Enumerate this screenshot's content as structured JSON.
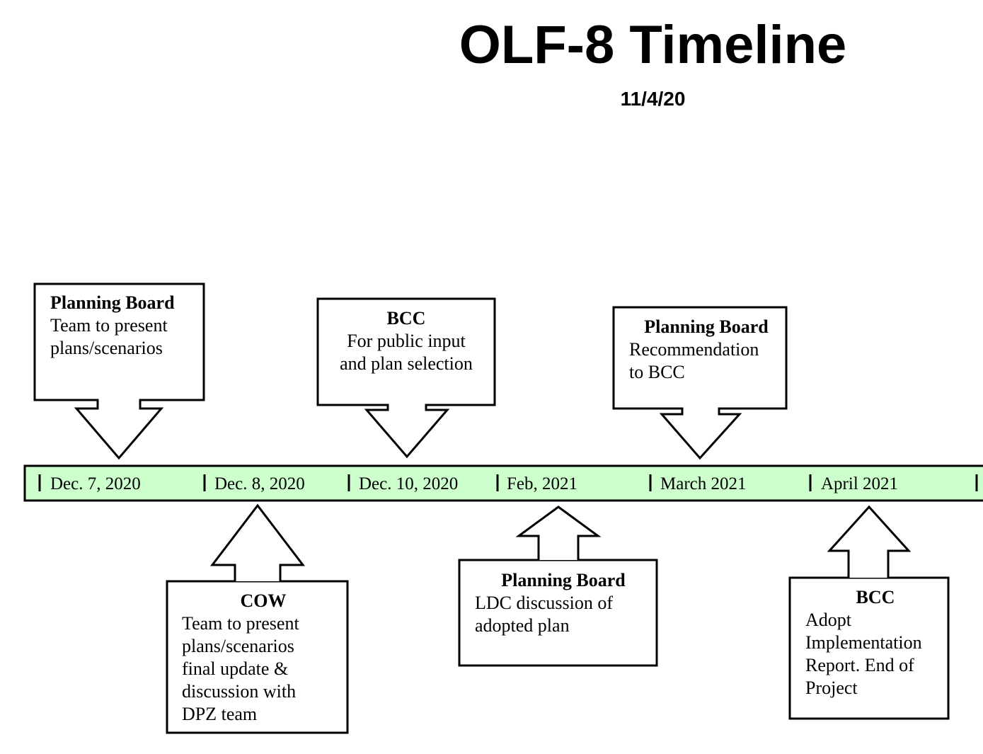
{
  "title": "OLF-8 Timeline",
  "date": "11/4/20",
  "colors": {
    "band": "#ccffcc",
    "stroke": "#000000"
  },
  "dates": [
    "Dec. 7, 2020",
    "Dec. 8, 2020",
    "Dec. 10, 2020",
    "Feb, 2021",
    "March 2021",
    "April 2021"
  ],
  "events": [
    {
      "heading": "Planning Board",
      "lines": [
        "Team to present",
        "plans/scenarios"
      ]
    },
    {
      "heading": "BCC",
      "lines": [
        "For public input",
        "and plan selection"
      ]
    },
    {
      "heading": "Planning Board",
      "lines": [
        "Recommendation",
        "to BCC"
      ]
    },
    {
      "heading": "COW",
      "lines": [
        "Team to present",
        "plans/scenarios",
        "final update &",
        "discussion with",
        "DPZ team"
      ]
    },
    {
      "heading": "Planning Board",
      "lines": [
        "LDC discussion of",
        "adopted plan"
      ]
    },
    {
      "heading": "BCC",
      "lines": [
        "Adopt",
        "Implementation",
        "Report. End of",
        "Project"
      ]
    }
  ]
}
